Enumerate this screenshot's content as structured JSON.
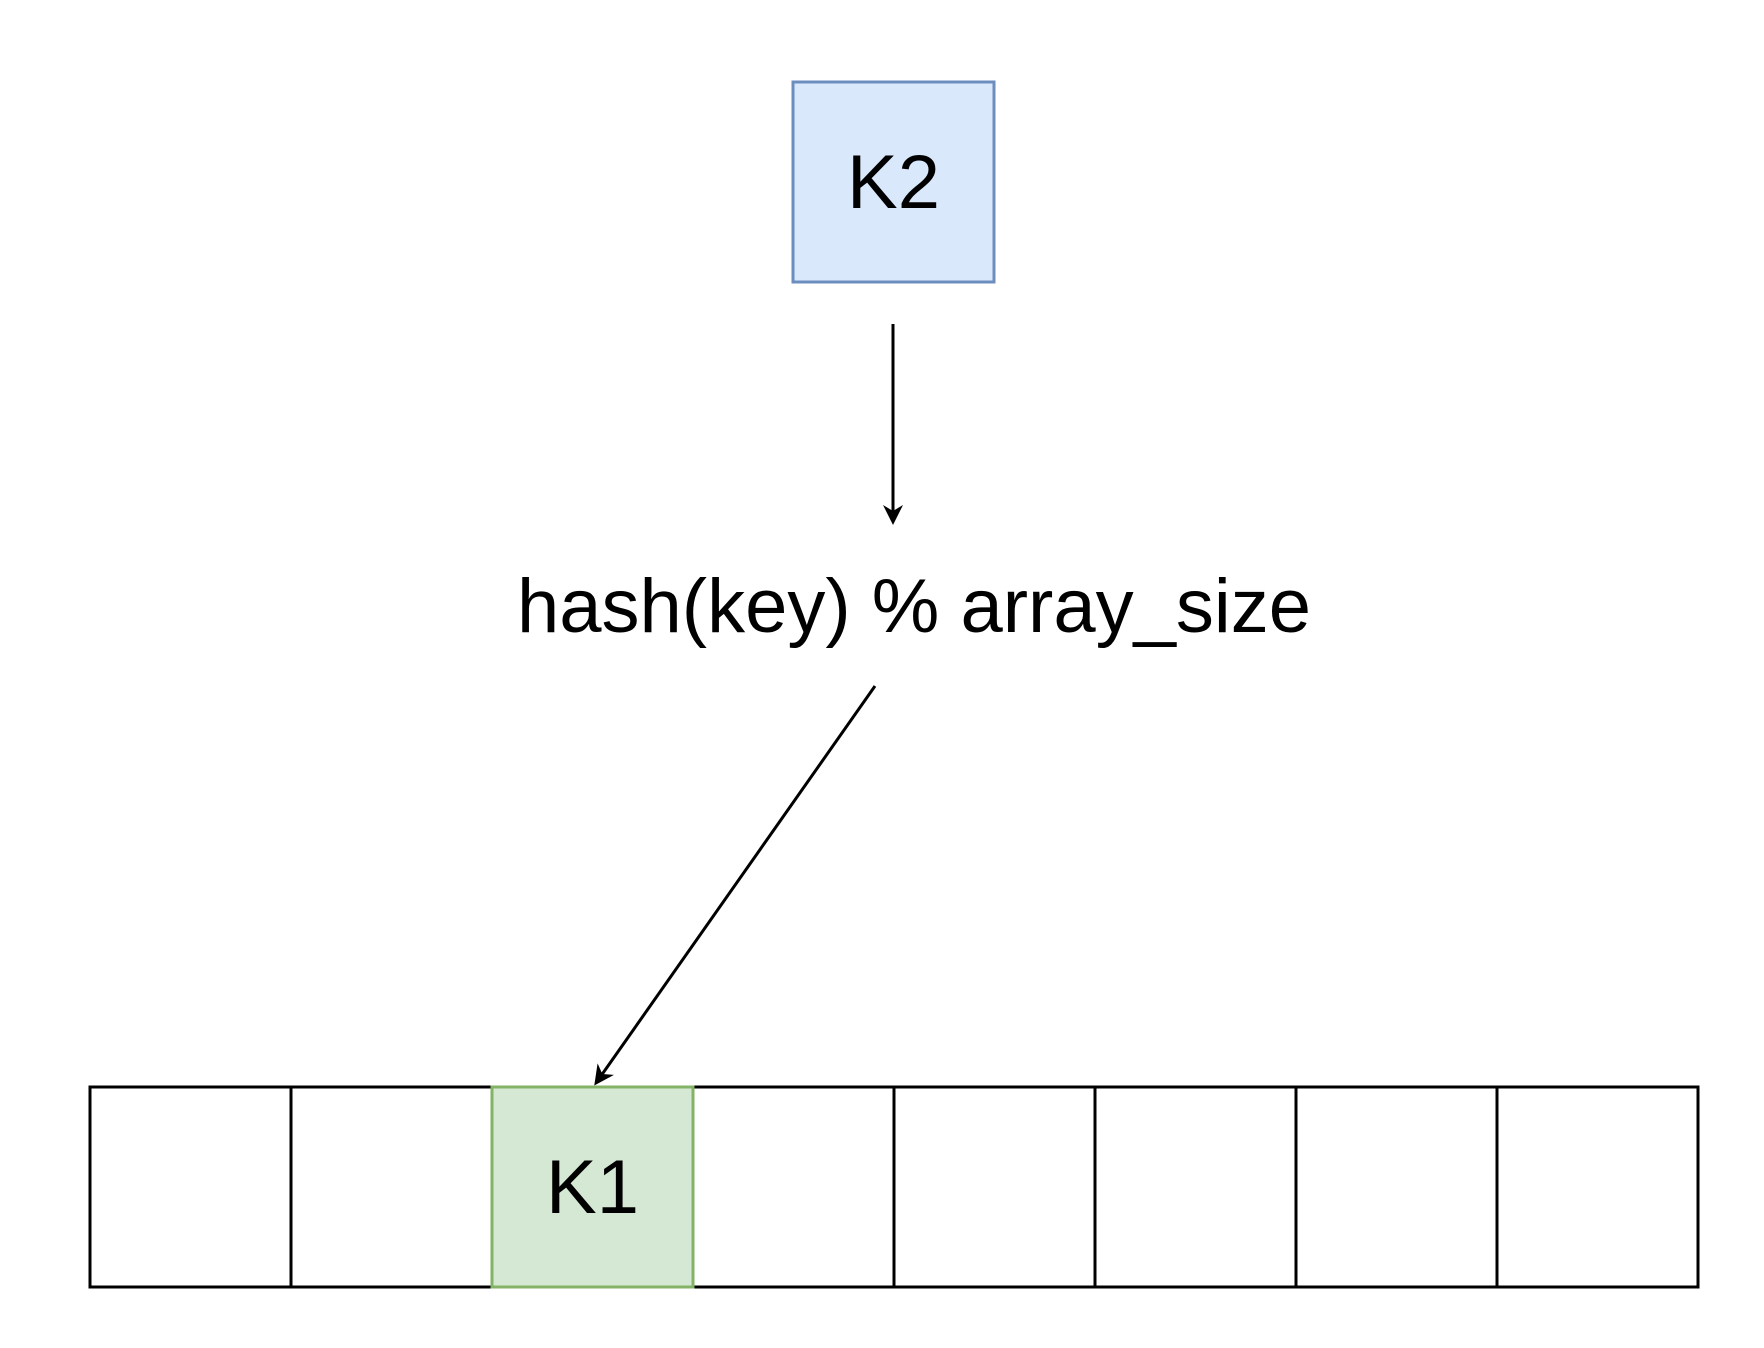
{
  "incoming_key": {
    "label": "K2",
    "fill": "#dae8fc",
    "stroke": "#6c8ebf"
  },
  "hash_function": {
    "label": "hash(key) % array_size"
  },
  "array": {
    "slot_count": 8,
    "slots": [
      {
        "label": "",
        "highlighted": false
      },
      {
        "label": "",
        "highlighted": false
      },
      {
        "label": "K1",
        "highlighted": true
      },
      {
        "label": "",
        "highlighted": false
      },
      {
        "label": "",
        "highlighted": false
      },
      {
        "label": "",
        "highlighted": false
      },
      {
        "label": "",
        "highlighted": false
      },
      {
        "label": "",
        "highlighted": false
      }
    ],
    "slot_stroke": "#000000",
    "highlight_fill": "#d5e8d4",
    "highlight_stroke": "#82b366"
  },
  "colors": {
    "arrow": "#000000",
    "background": "#ffffff"
  }
}
